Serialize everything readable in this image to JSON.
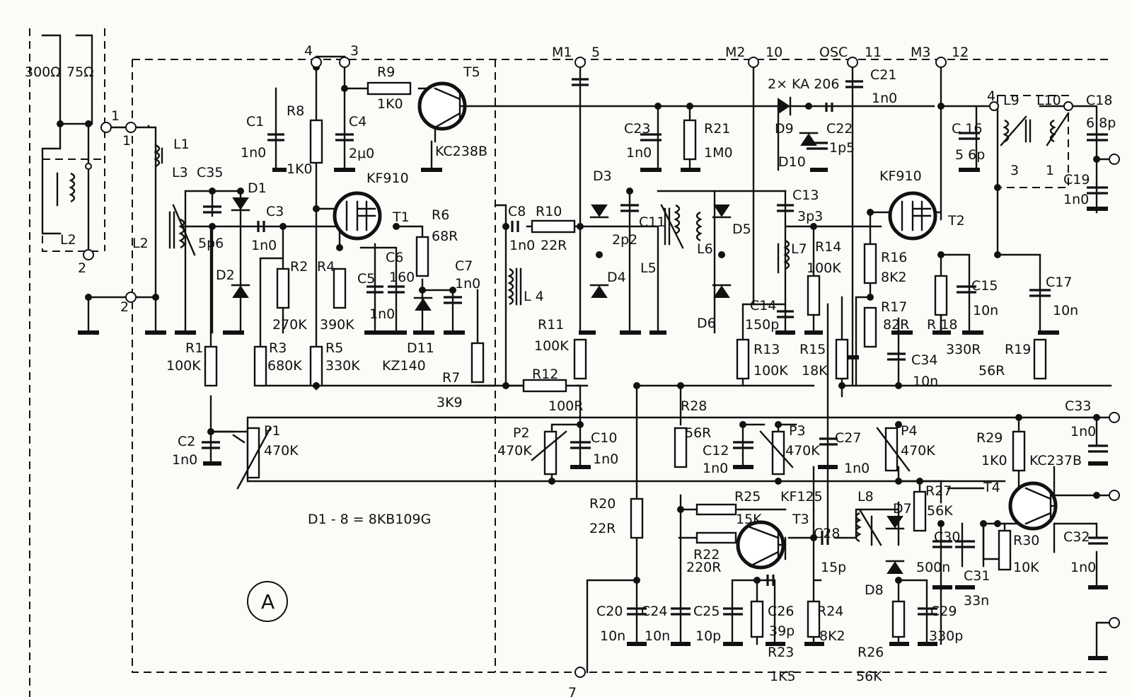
{
  "labels": {
    "l_300": "300Ω",
    "l_75": "75Ω",
    "l_L1": "L1",
    "l_L2a": "L2",
    "l_L2b": "L2",
    "l_L3": "L3",
    "l_C35": "C35",
    "l_5p6": "5p6",
    "l_D1": "D1",
    "l_D2": "D2",
    "l_C3": "C3",
    "l_1n0c3": "1n0",
    "l_C1": "C1",
    "l_1n0c1": "1n0",
    "l_R8": "R8",
    "l_1K0r8": "1K0",
    "l_C4": "C4",
    "l_2u0": "2μ0",
    "l_R9": "R9",
    "l_1K0r9": "1K0",
    "l_T5": "T5",
    "l_KC238B": "KC238B",
    "l_KF910a": "KF910",
    "l_T1": "T1",
    "l_R6": "R6",
    "l_68R": "68R",
    "l_C6": "C6",
    "l_160": "160",
    "l_C7": "C7",
    "l_1n0c7": "1n0",
    "l_R2": "R2",
    "l_R4": "R4",
    "l_C5": "C5",
    "l_1n0c5": "1n0",
    "l_270K": "270K",
    "l_390K": "390K",
    "l_D11": "D11",
    "l_KZ140": "KZ140",
    "l_R1": "R1",
    "l_100Kr1": "100K",
    "l_R3": "R3",
    "l_680K": "680K",
    "l_R5": "R5",
    "l_330K": "330K",
    "l_R7": "R7",
    "l_3K9": "3K9",
    "l_C2": "C2",
    "l_1n0c2": "1n0",
    "l_P1": "P1",
    "l_470Kp1": "470K",
    "l_note": "D1 - 8 = 8KB109G",
    "l_A": "A",
    "l_M1": "M1",
    "l_5": "5",
    "l_M2": "M2",
    "l_10": "10",
    "l_OSC": "OSC",
    "l_11": "11",
    "l_M3": "M3",
    "l_12": "12",
    "l_4": "4",
    "l_3": "3",
    "l_1a": "1",
    "l_1b": "1",
    "l_2a": "2",
    "l_2b": "2",
    "l_7": "7",
    "l_C8": "C8",
    "l_R10": "R10",
    "l_1n0c8": "1n0",
    "l_22R": "22R",
    "l_L4": "L 4",
    "l_C23": "C23",
    "l_1n0c23": "1n0",
    "l_R21": "R21",
    "l_1M0": "1M0",
    "l_D3": "D3",
    "l_D4": "D4",
    "l_C11": "C11",
    "l_2p2": "2p2",
    "l_L5": "L5",
    "l_L6": "L6",
    "l_D5": "D5",
    "l_D6": "D6",
    "l_2xKA": "2× KA 206",
    "l_D9": "D9",
    "l_D10": "D10",
    "l_C22": "C22",
    "l_1p5": "1p5",
    "l_C21": "C21",
    "l_1n0c21": "1n0",
    "l_C13": "C13",
    "l_3p3": "3p3",
    "l_L7": "L7",
    "l_R14": "R14",
    "l_100Kr14": "100K",
    "l_C14": "C14",
    "l_150p": "150p",
    "l_R13": "R13",
    "l_100Kr13": "100K",
    "l_R15": "R15",
    "l_18K": "18K",
    "l_R11": "R11",
    "l_100Kr11": "100K",
    "l_R12": "R12",
    "l_100R": "100R",
    "l_P2": "P2",
    "l_470Kp2": "470K",
    "l_C10": "C10",
    "l_1n0c10": "1n0",
    "l_KF910b": "KF910",
    "l_T2": "T2",
    "l_R16": "R16",
    "l_8K2r16": "8K2",
    "l_R17": "R17",
    "l_82R": "82R",
    "l_C34": "C34",
    "l_10n34": "10n",
    "l_R18": "R 18",
    "l_330R": "330R",
    "l_C15": "C15",
    "l_10nc15": "10n",
    "l_C16": "C 16",
    "l_5p6b": "5 6p",
    "l_L9": "L9",
    "l_L10": "L10",
    "l_C18": "C18",
    "l_6p8": "6 8p",
    "l_C19": "C19",
    "l_1n0c19": "1n0",
    "l_C17": "C17",
    "l_10nc17": "10n",
    "l_R19": "R19",
    "l_56Rr19": "56R",
    "l_4b": "4",
    "l_3b": "3",
    "l_1c": "1",
    "l_R28": "R28",
    "l_56Rr28": "56R",
    "l_C12": "C12",
    "l_1n0c12": "1n0",
    "l_P3": "P3",
    "l_470Kp3": "470K",
    "l_C27": "C27",
    "l_1n0c27": "1n0",
    "l_P4": "P4",
    "l_470Kp4": "470K",
    "l_C33": "C33",
    "l_1n0c33": "1n0",
    "l_R29": "R29",
    "l_1K0r29": "1K0",
    "l_KC237B": "KC237B",
    "l_T4": "T4",
    "l_R20": "R20",
    "l_22Rr20": "22R",
    "l_R25": "R25",
    "l_15K": "15K",
    "l_KF125": "KF125",
    "l_T3": "T3",
    "l_R22": "R22",
    "l_220R": "220R",
    "l_L8": "L8",
    "l_C28": "C28",
    "l_15p": "15p",
    "l_D7": "D7",
    "l_D8": "D8",
    "l_R27": "R27",
    "l_56Kr27": "56K",
    "l_C30": "C30",
    "l_500n": "500n",
    "l_C31": "C31",
    "l_33n": "33n",
    "l_R30": "R30",
    "l_10K": "10K",
    "l_C32": "C32",
    "l_1n0c32": "1n0",
    "l_C20": "C20",
    "l_10nc20": "10n",
    "l_C24": "C24",
    "l_10nc24": "10n",
    "l_C25": "C25",
    "l_10p": "10p",
    "l_C26": "C26",
    "l_39p": "39p",
    "l_R24": "R24",
    "l_8K2r24": "8K2",
    "l_R23": "R23",
    "l_1K5": "1K5",
    "l_C29": "C29",
    "l_330p": "330p",
    "l_R26": "R26",
    "l_56Kr26": "56K"
  }
}
